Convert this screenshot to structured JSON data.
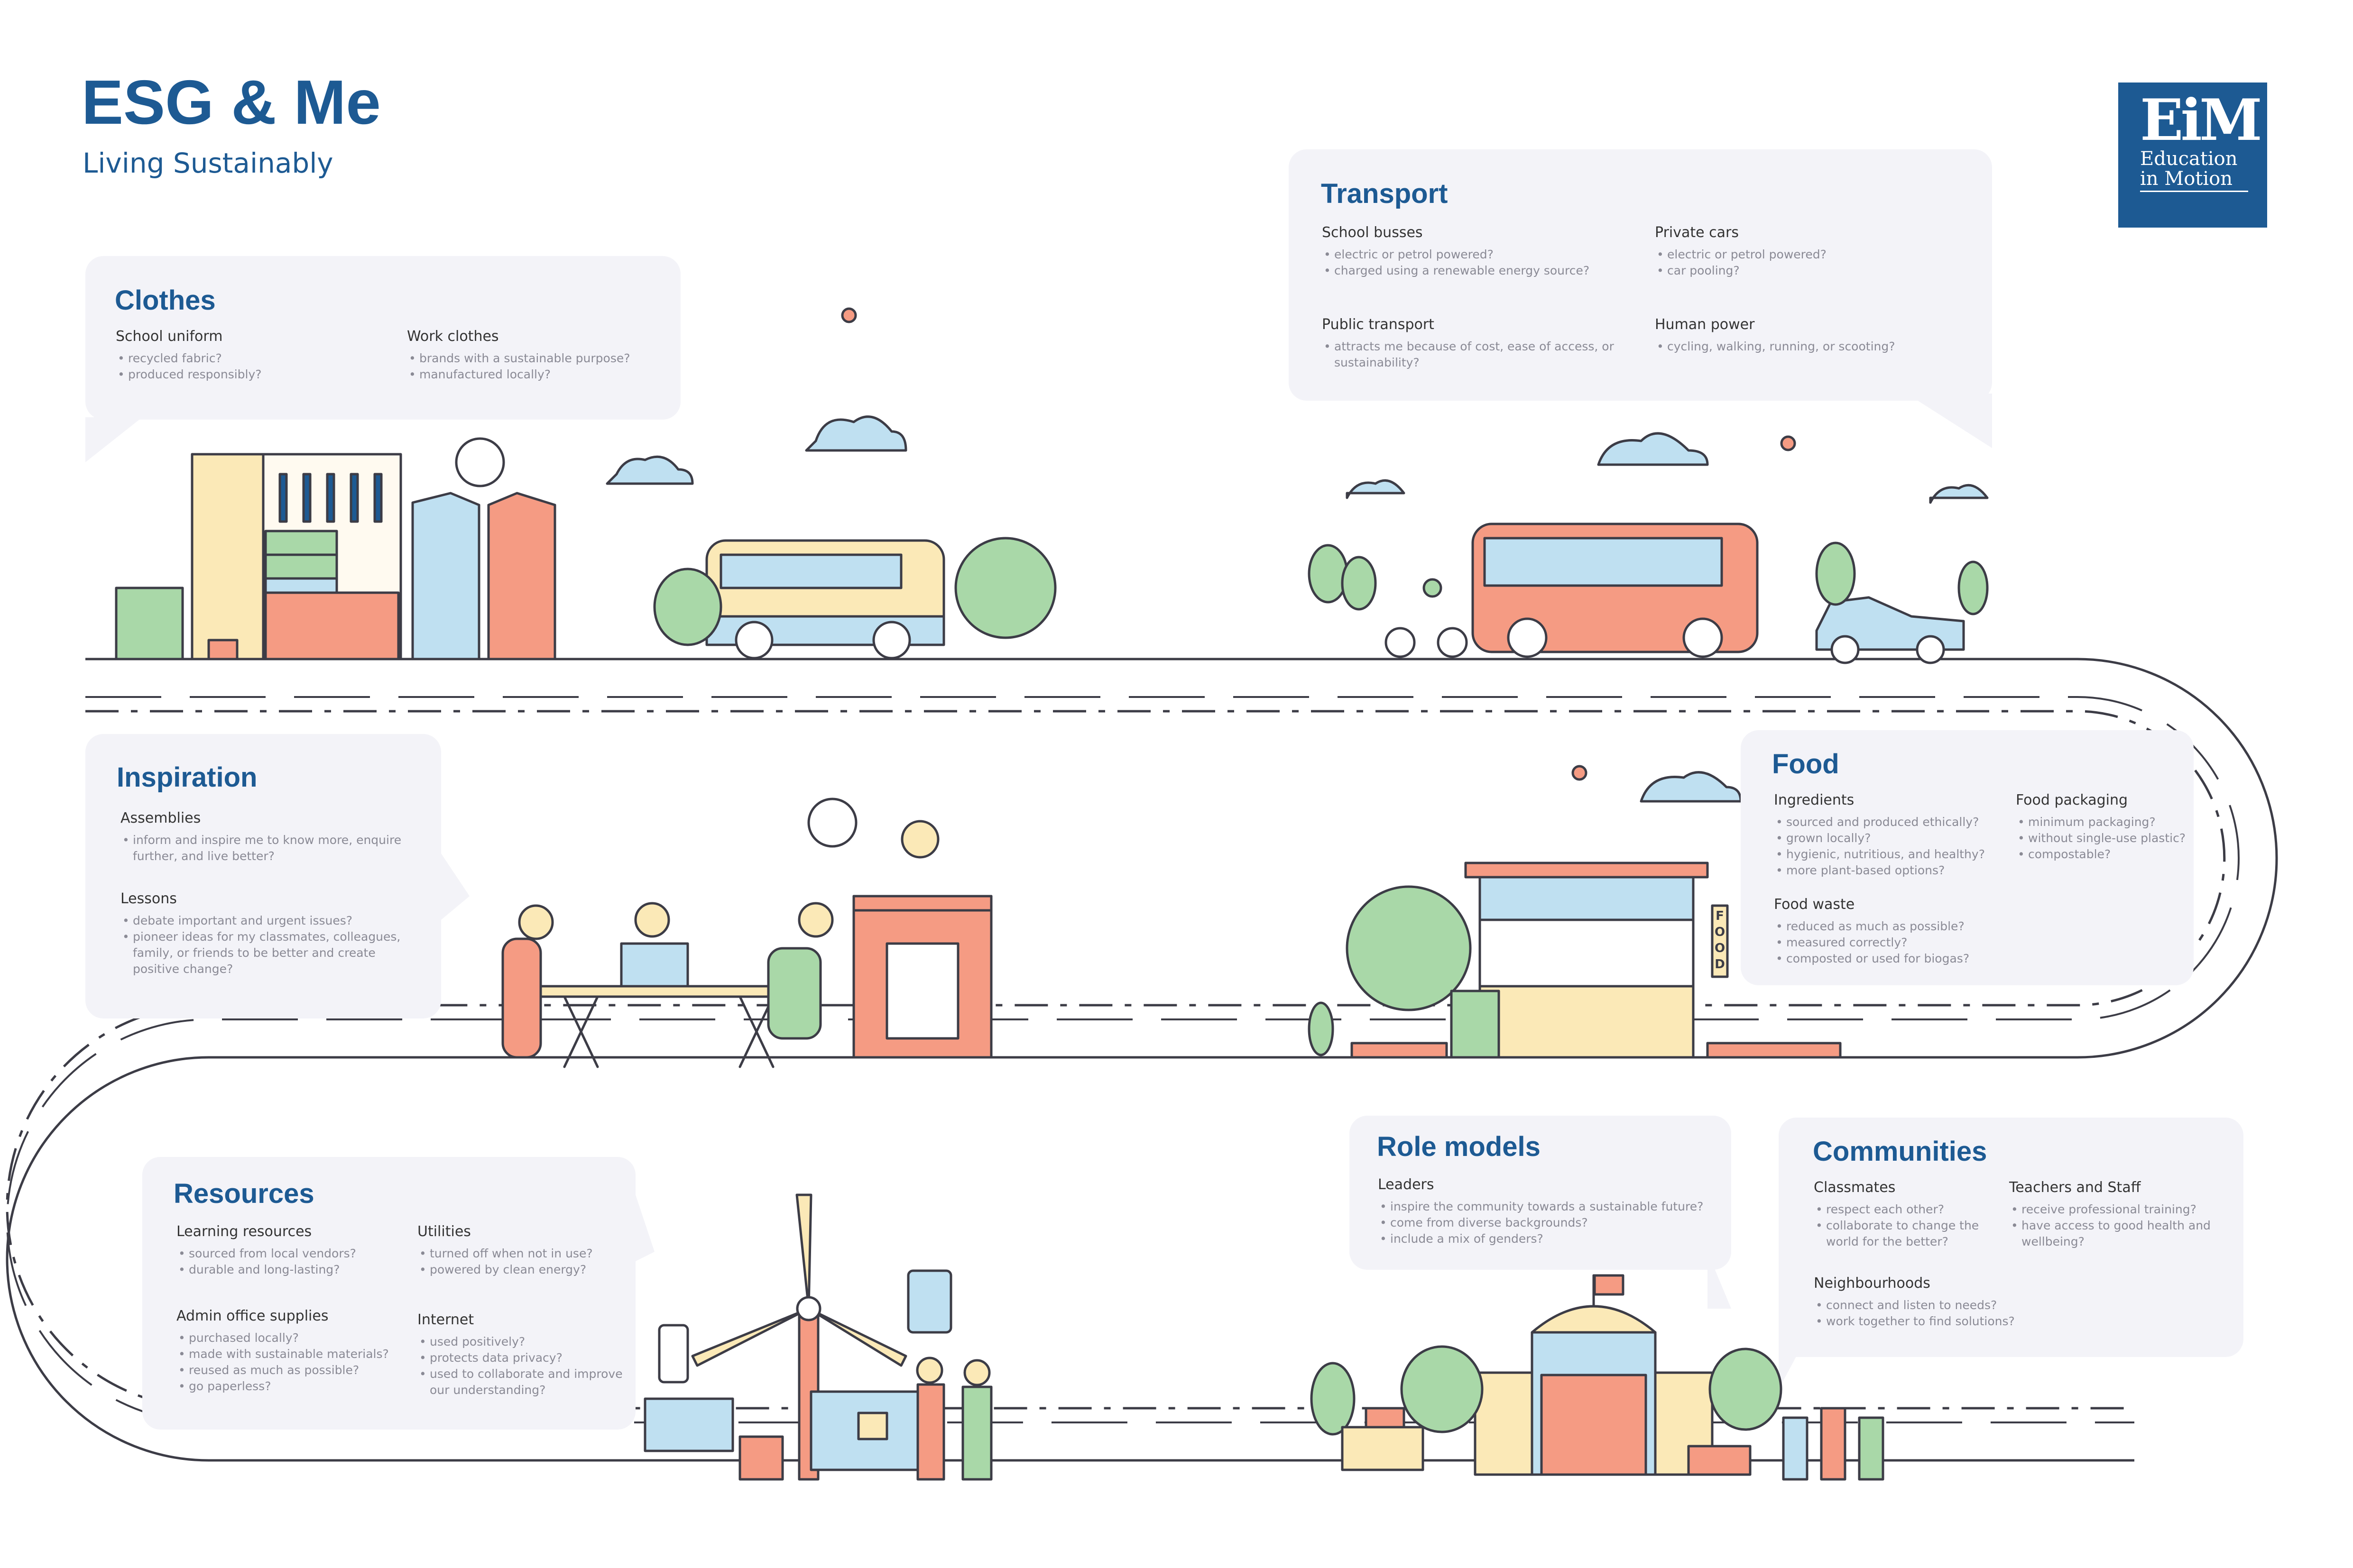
{
  "header": {
    "title": "ESG & Me",
    "subtitle": "Living Sustainably"
  },
  "logo": {
    "mark": "EiM",
    "line1": "Education",
    "line2": "in Motion"
  },
  "colors": {
    "brand_blue": "#1d5a93",
    "panel": "#f3f3f8",
    "coral": "#f59b83",
    "cream": "#fbe9b7",
    "sky": "#bfe0f1",
    "leaf": "#a9d8a8",
    "outline": "#3c3c46"
  },
  "panels": {
    "clothes": {
      "title": "Clothes",
      "sections": [
        {
          "heading": "School uniform",
          "items": [
            "recycled fabric?",
            "produced responsibly?"
          ]
        },
        {
          "heading": "Work clothes",
          "items": [
            "brands with a sustainable purpose?",
            "manufactured locally?"
          ]
        }
      ]
    },
    "transport": {
      "title": "Transport",
      "sections": [
        {
          "heading": "School busses",
          "items": [
            "electric or petrol powered?",
            "charged using a renewable energy source?"
          ]
        },
        {
          "heading": "Private cars",
          "items": [
            "electric or petrol powered?",
            "car pooling?"
          ]
        },
        {
          "heading": "Public transport",
          "items": [
            "attracts me because of cost, ease of access, or sustainability?"
          ]
        },
        {
          "heading": "Human power",
          "items": [
            "cycling, walking, running, or scooting?"
          ]
        }
      ]
    },
    "inspiration": {
      "title": "Inspiration",
      "sections": [
        {
          "heading": "Assemblies",
          "items": [
            "inform and inspire me to know more, enquire further, and live better?"
          ]
        },
        {
          "heading": "Lessons",
          "items": [
            "debate important and urgent issues?",
            "pioneer ideas for my classmates, colleagues, family, or friends to be better and create positive change?"
          ]
        }
      ]
    },
    "food": {
      "title": "Food",
      "sections": [
        {
          "heading": "Ingredients",
          "items": [
            "sourced and produced ethically?",
            "grown locally?",
            "hygienic, nutritious, and healthy?",
            "more plant-based options?"
          ]
        },
        {
          "heading": "Food packaging",
          "items": [
            "minimum packaging?",
            "without single-use plastic?",
            "compostable?"
          ]
        },
        {
          "heading": "Food waste",
          "items": [
            "reduced as much as possible?",
            "measured correctly?",
            "composted or used for biogas?"
          ]
        }
      ]
    },
    "resources": {
      "title": "Resources",
      "sections": [
        {
          "heading": "Learning resources",
          "items": [
            "sourced from local vendors?",
            "durable and long-lasting?"
          ]
        },
        {
          "heading": "Utilities",
          "items": [
            "turned off when not in use?",
            "powered by clean energy?"
          ]
        },
        {
          "heading": "Admin office supplies",
          "items": [
            "purchased locally?",
            "made with sustainable materials?",
            "reused as much as possible?",
            "go paperless?"
          ]
        },
        {
          "heading": "Internet",
          "items": [
            "used positively?",
            "protects data privacy?",
            "used to collaborate and improve our understanding?"
          ]
        }
      ]
    },
    "role_models": {
      "title": "Role models",
      "sections": [
        {
          "heading": "Leaders",
          "items": [
            "inspire the community towards a sustainable future?",
            "come from diverse backgrounds?",
            "include a mix of genders?"
          ]
        }
      ]
    },
    "communities": {
      "title": "Communities",
      "sections": [
        {
          "heading": "Classmates",
          "items": [
            "respect each other?",
            "collaborate to change the world for the better?"
          ]
        },
        {
          "heading": "Teachers and Staff",
          "items": [
            "receive professional training?",
            "have access to good health and wellbeing?"
          ]
        },
        {
          "heading": "Neighbourhoods",
          "items": [
            "connect and listen to needs?",
            "work together to find solutions?"
          ]
        }
      ]
    }
  },
  "illustration": {
    "food_stall_sign": "FOOD"
  }
}
